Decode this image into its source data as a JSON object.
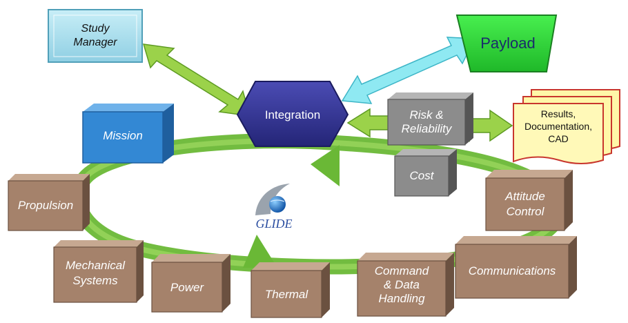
{
  "diagram": {
    "hub": "Integration",
    "study_manager": [
      "Study",
      "Manager"
    ],
    "payload": "Payload",
    "mission": "Mission",
    "risk": [
      "Risk &",
      "Reliability"
    ],
    "cost": "Cost",
    "results": [
      "Results,",
      "Documentation,",
      "CAD"
    ],
    "logo": "GLIDE",
    "subsystems": {
      "propulsion": "Propulsion",
      "mechanical": [
        "Mechanical",
        "Systems"
      ],
      "power": "Power",
      "thermal": "Thermal",
      "cdh": [
        "Command",
        "& Data",
        "Handling"
      ],
      "communications": "Communications",
      "attitude": [
        "Attitude",
        "Control"
      ]
    }
  },
  "colors": {
    "hub": "#2e2f8f",
    "study_manager": "#a9dcea",
    "payload": "#2fdc38",
    "mission": "#3388d4",
    "gray_box": "#8c8c8c",
    "brown_box": "#a5826b",
    "results_paper": "#fff7a8",
    "green_arrow": "#9bd24a",
    "cyan_arrow": "#8fe9f2",
    "ring": "#5fad2e"
  },
  "icons": {
    "logo_icon": "globe-swoosh-icon"
  }
}
